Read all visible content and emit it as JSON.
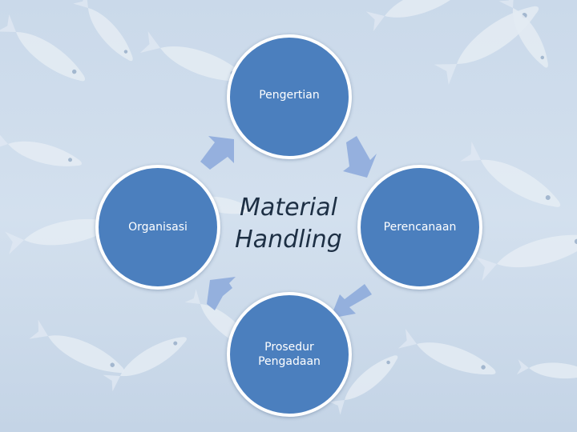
{
  "diagram": {
    "center": "Material\nHandling",
    "nodes": {
      "top": "Pengertian",
      "right": "Perencanaan",
      "bottom": "Prosedur\nPengadaan",
      "left": "Organisasi"
    }
  },
  "colors": {
    "node_fill": "#4b7fbe",
    "node_border": "#ffffff",
    "arrow": "#8eabdb",
    "center_text": "#1d2f44",
    "background": "#c9d8e8"
  }
}
